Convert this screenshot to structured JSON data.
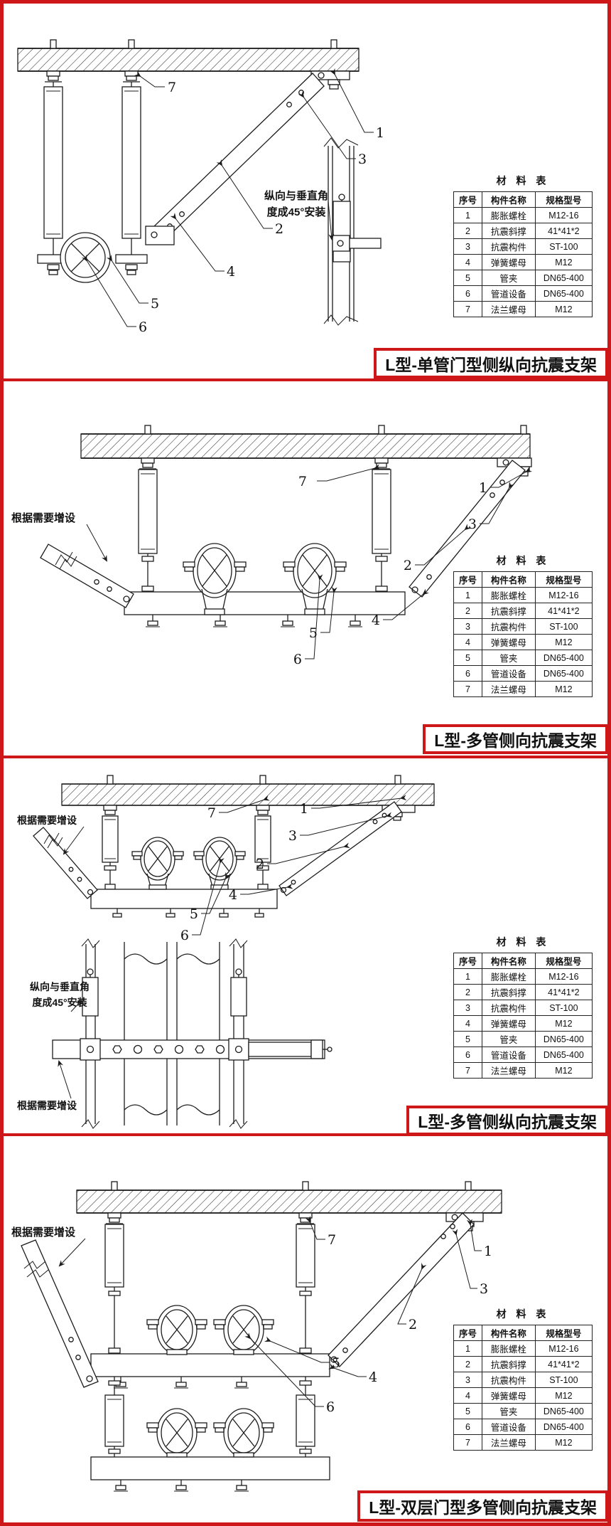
{
  "page": {
    "background": "#ffffff",
    "frame_color": "#cd1719",
    "line_color": "#1c1c1c"
  },
  "material_table": {
    "title": "材 料 表",
    "columns": [
      "序号",
      "构件名称",
      "规格型号"
    ],
    "rows": [
      [
        "1",
        "膨胀螺栓",
        "M12-16"
      ],
      [
        "2",
        "抗震斜撑",
        "41*41*2"
      ],
      [
        "3",
        "抗震构件",
        "ST-100"
      ],
      [
        "4",
        "弹簧螺母",
        "M12"
      ],
      [
        "5",
        "管夹",
        "DN65-400"
      ],
      [
        "6",
        "管道设备",
        "DN65-400"
      ],
      [
        "7",
        "法兰螺母",
        "M12"
      ]
    ]
  },
  "annotations": {
    "vert45": {
      "line1": "纵向与垂直角",
      "line2": "度成45°安装"
    },
    "add_as_needed": "根据需要增设"
  },
  "callouts": {
    "n1": "1",
    "n2": "2",
    "n3": "3",
    "n4": "4",
    "n5": "5",
    "n6": "6",
    "n7": "7"
  },
  "panels": [
    {
      "title": "L型-单管门型侧纵向抗震支架"
    },
    {
      "title": "L型-多管侧向抗震支架"
    },
    {
      "title": "L型-多管侧纵向抗震支架"
    },
    {
      "title": "L型-双层门型多管侧向抗震支架"
    }
  ]
}
